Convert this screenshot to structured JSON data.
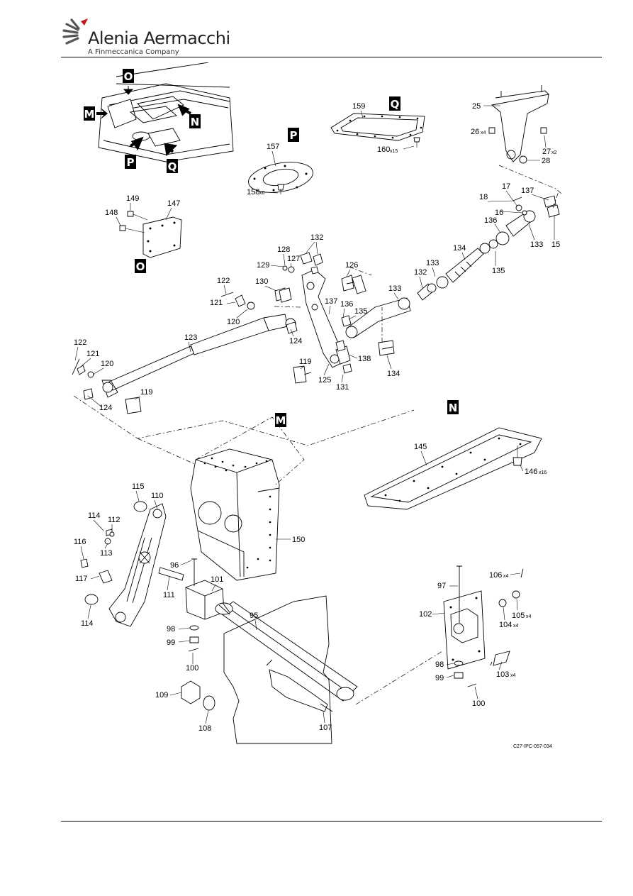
{
  "header": {
    "brand_name": "Alenia Aermacchi",
    "brand_tagline": "A Finmeccanica Company"
  },
  "views": {
    "M": "M",
    "N": "N",
    "O": "O",
    "P": "P",
    "Q": "Q"
  },
  "figure_ref": "C27-IPC-057-034",
  "callouts": {
    "c95": "95",
    "c96": "96",
    "c97": "97",
    "c98a": "98",
    "c98b": "98",
    "c99a": "99",
    "c99b": "99",
    "c100a": "100",
    "c100b": "100",
    "c101": "101",
    "c102": "102",
    "c103": "103",
    "c104": "104",
    "c105": "105",
    "c106": "106",
    "c107": "107",
    "c108": "108",
    "c109": "109",
    "c110": "110",
    "c111": "111",
    "c112": "112",
    "c113": "113",
    "c114a": "114",
    "c114b": "114",
    "c115": "115",
    "c116": "116",
    "c117": "117",
    "c119a": "119",
    "c119b": "119",
    "c120a": "120",
    "c120b": "120",
    "c121a": "121",
    "c121b": "121",
    "c122a": "122",
    "c122b": "122",
    "c123": "123",
    "c124a": "124",
    "c124b": "124",
    "c125": "125",
    "c126": "126",
    "c127": "127",
    "c128": "128",
    "c129": "129",
    "c130": "130",
    "c131": "131",
    "c132a": "132",
    "c132b": "132",
    "c133a": "133",
    "c133b": "133",
    "c133c": "133",
    "c134a": "134",
    "c134b": "134",
    "c135a": "135",
    "c135b": "135",
    "c136a": "136",
    "c136b": "136",
    "c137a": "137",
    "c137b": "137",
    "c138": "138",
    "c145": "145",
    "c146": "146",
    "c147": "147",
    "c148": "148",
    "c149": "149",
    "c150": "150",
    "c157": "157",
    "c158": "158",
    "c159": "159",
    "c160": "160",
    "c15": "15",
    "c16": "16",
    "c17": "17",
    "c18": "18",
    "c25": "25",
    "c26": "26",
    "c27": "27",
    "c28": "28"
  },
  "quantities": {
    "q103": "x4",
    "q104": "x4",
    "q105": "x4",
    "q106": "x4",
    "q146": "x16",
    "q158": "x6",
    "q160": "x15",
    "q26": "x4",
    "q27": "x2"
  }
}
